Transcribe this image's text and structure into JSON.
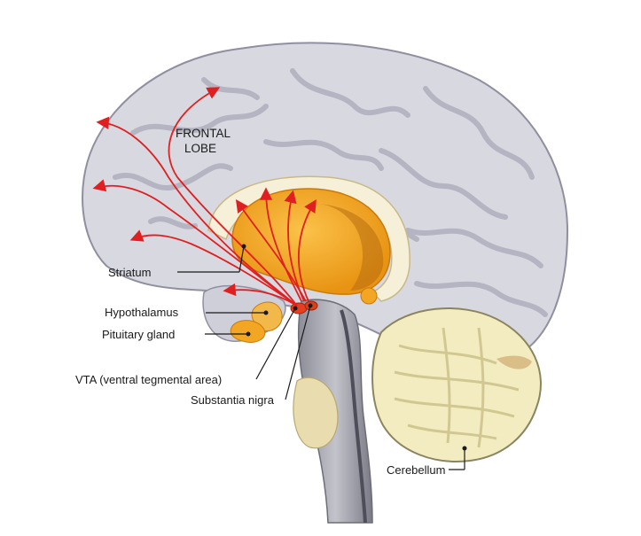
{
  "labels": {
    "frontal_lobe_line1": "FRONTAL",
    "frontal_lobe_line2": "LOBE",
    "striatum": "Striatum",
    "hypothalamus": "Hypothalamus",
    "pituitary_gland": "Pituitary gland",
    "vta": "VTA (ventral tegmental area)",
    "substantia_nigra": "Substantia nigra",
    "cerebellum": "Cerebellum"
  },
  "colors": {
    "cortex": "#d9d9e1",
    "cortex_outline": "#8f8fa0",
    "striatum": "#f2a623",
    "pathway": "#e02020",
    "cerebellum": "#f3ecc0",
    "brainstem": "#a9a9b3"
  }
}
